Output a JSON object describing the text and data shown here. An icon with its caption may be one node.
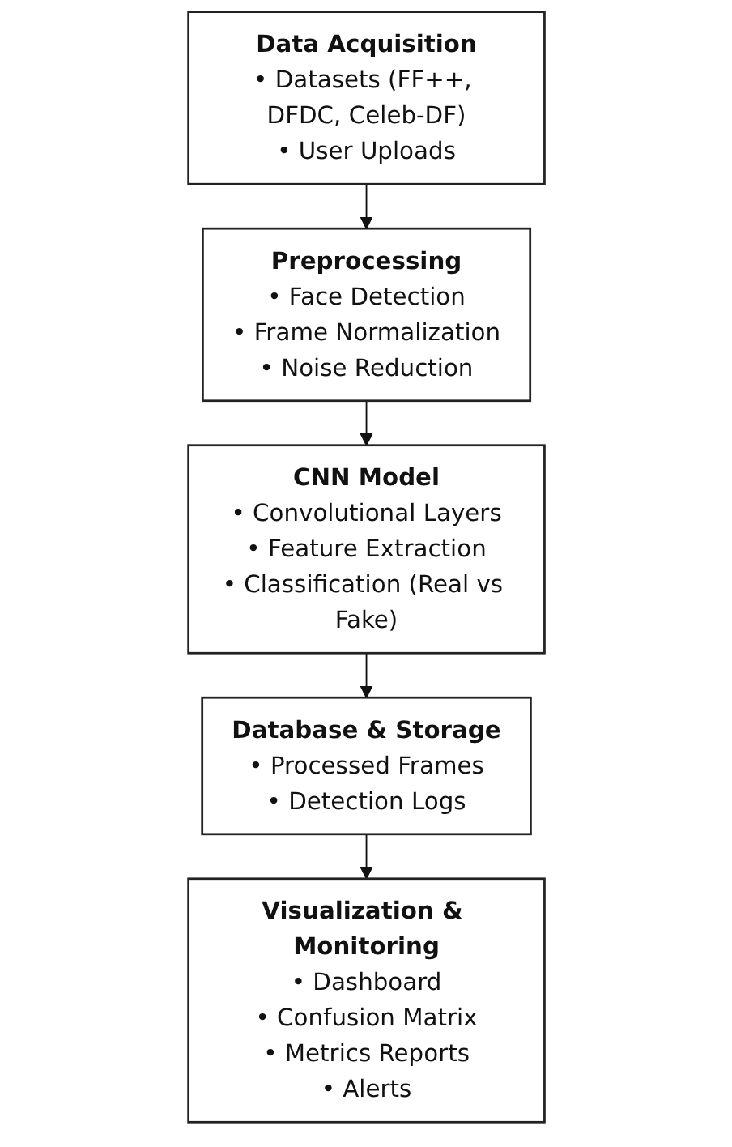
{
  "diagram": {
    "nodes": [
      {
        "text": [
          "Data Acquisition",
          "• Datasets (FF++, DFDC, Celeb-DF)",
          "• User Uploads"
        ]
      },
      {
        "text": [
          "Preprocessing",
          "• Face Detection",
          "• Frame Normalization",
          "• Noise Reduction"
        ]
      },
      {
        "text": [
          "CNN Model",
          "• Convolutional Layers",
          "• Feature Extraction",
          "• Classification (Real vs Fake)"
        ]
      },
      {
        "text": [
          "Database & Storage",
          "• Processed Frames",
          "• Detection Logs"
        ]
      },
      {
        "text": [
          "Visualization & Monitoring",
          "• Dashboard",
          "• Confusion Matrix",
          "• Metrics Reports",
          "• Alerts"
        ]
      }
    ],
    "edges": [
      {
        "from": 0,
        "to": 1,
        "arrow": "to"
      },
      {
        "from": 1,
        "to": 2,
        "arrow": "to"
      },
      {
        "from": 2,
        "to": 3,
        "arrow": "to"
      },
      {
        "from": 3,
        "to": 4,
        "arrow": "to"
      }
    ]
  }
}
